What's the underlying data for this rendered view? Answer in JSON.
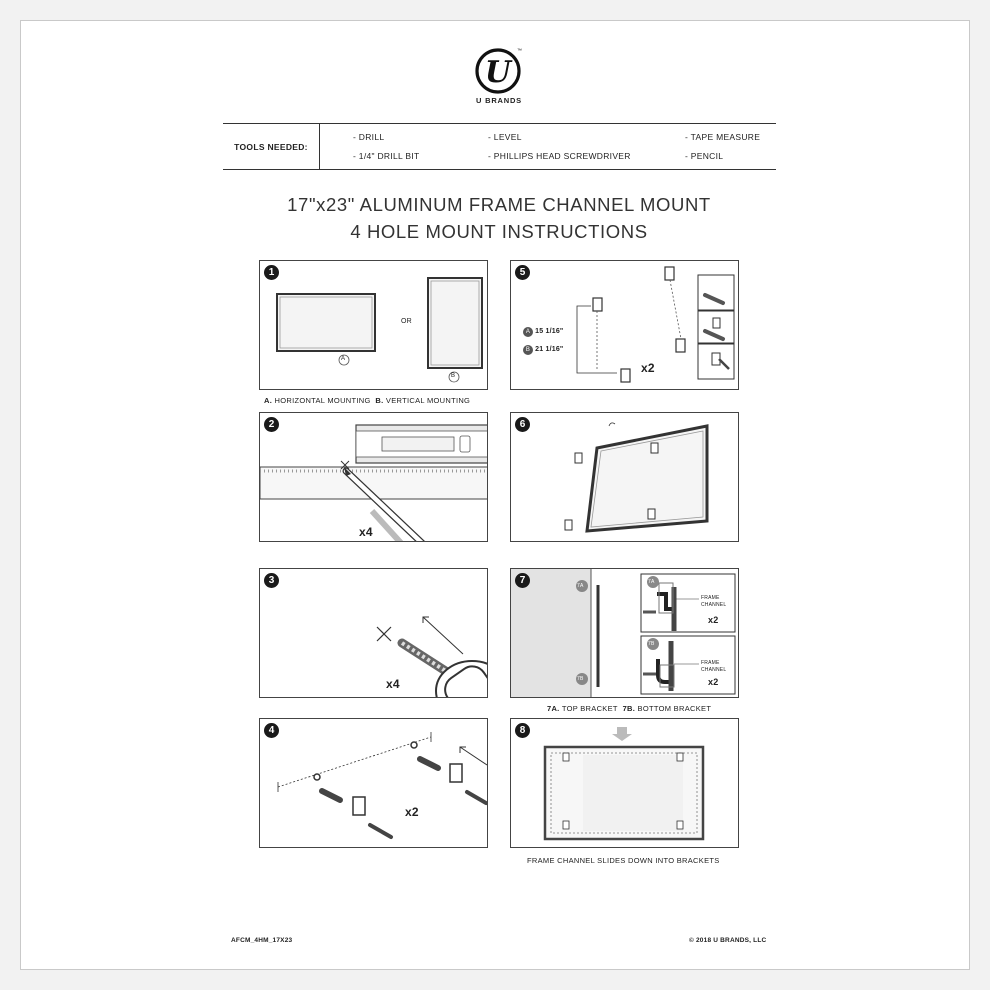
{
  "brand": {
    "name": "U BRANDS",
    "logo_letter": "U",
    "tm": "™"
  },
  "tools": {
    "label": "TOOLS NEEDED:",
    "items": [
      "- DRILL",
      "- 1/4\" DRILL BIT",
      "- LEVEL",
      "- PHILLIPS HEAD SCREWDRIVER",
      "- TAPE MEASURE",
      "- PENCIL"
    ]
  },
  "title": {
    "line1": "17\"x23\" ALUMINUM FRAME CHANNEL MOUNT",
    "line2": "4 HOLE MOUNT INSTRUCTIONS"
  },
  "steps": {
    "s1": {
      "number": "1",
      "or": "OR",
      "badge_a": "A",
      "badge_b": "B",
      "caption_a_key": "A.",
      "caption_a": "HORIZONTAL MOUNTING",
      "caption_b_key": "B.",
      "caption_b": "VERTICAL MOUNTING"
    },
    "s2": {
      "number": "2",
      "count": "x4"
    },
    "s3": {
      "number": "3",
      "count": "x4"
    },
    "s4": {
      "number": "4",
      "count": "x2"
    },
    "s5": {
      "number": "5",
      "badge_a": "A",
      "measure_a": "15 1/16\"",
      "badge_b": "B",
      "measure_b": "21 1/16\"",
      "count": "x2"
    },
    "s6": {
      "number": "6"
    },
    "s7": {
      "number": "7",
      "tag_top": "7A",
      "tag_bottom": "7B",
      "label_top": "FRAME CHANNEL",
      "label_bottom": "FRAME CHANNEL",
      "count_top": "x2",
      "count_bottom": "x2",
      "caption_a_key": "7A.",
      "caption_a": "TOP BRACKET",
      "caption_b_key": "7B.",
      "caption_b": "BOTTOM BRACKET"
    },
    "s8": {
      "number": "8",
      "caption": "FRAME CHANNEL SLIDES DOWN INTO BRACKETS"
    }
  },
  "footer": {
    "code": "AFCM_4HM_17X23",
    "copyright": "© 2018 U BRANDS, LLC"
  }
}
